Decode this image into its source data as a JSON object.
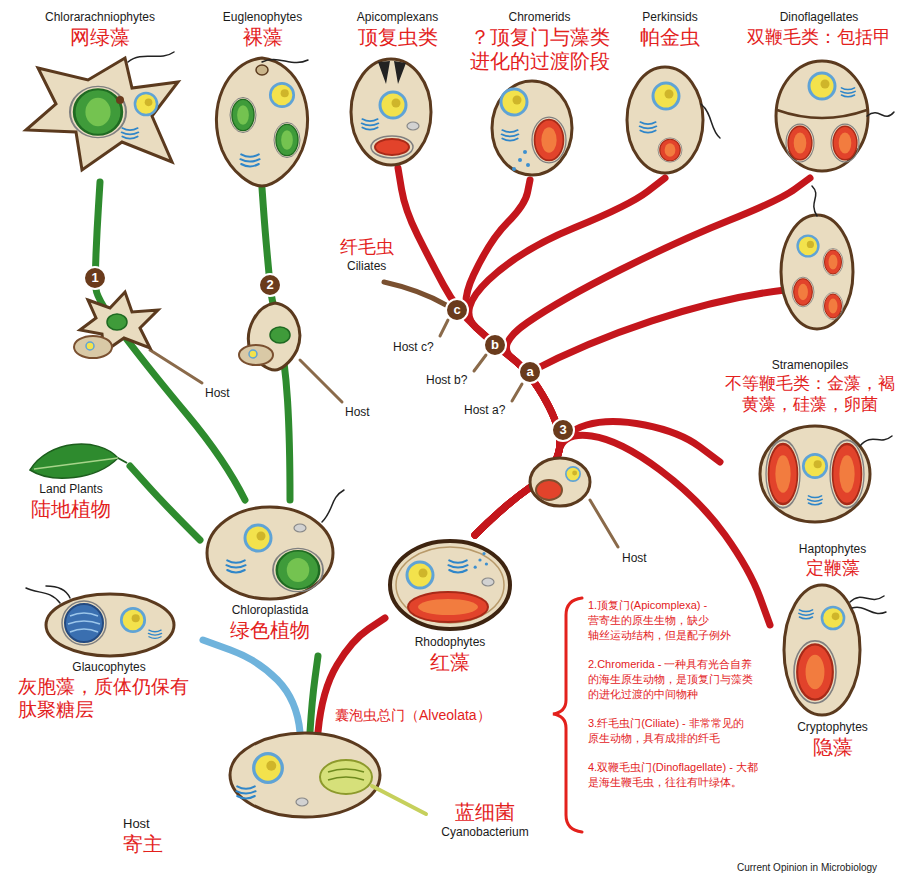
{
  "diagram": {
    "nodes": [
      {
        "text": [
          "Chlorarachniophytes",
          "网绿藻"
        ]
      },
      {
        "text": [
          "Euglenophytes",
          "裸藻"
        ]
      },
      {
        "text": [
          "Apicomplexans",
          "顶复虫类"
        ]
      },
      {
        "text": [
          "Chromerids",
          "？顶复门与藻类 进化的过渡阶段"
        ]
      },
      {
        "text": [
          "Perkinsids",
          "帕金虫"
        ]
      },
      {
        "text": [
          "Dinoflagellates",
          "双鞭毛类：包括甲"
        ]
      },
      {
        "text": [
          "Stramenopiles",
          "不等鞭毛类：金藻，褐 黄藻，硅藻，卵菌"
        ]
      },
      {
        "text": [
          "Land Plants",
          "陆地植物"
        ]
      },
      {
        "text": [
          "Chloroplastida",
          "绿色植物"
        ]
      },
      {
        "text": [
          "Haptophytes",
          "定鞭藻",
          "Cryptophytes",
          "隐藻"
        ]
      },
      {
        "text": [
          "Rhodophytes",
          "红藻"
        ]
      },
      {
        "text": [
          "Glaucophytes",
          "灰胞藻，质体仍保有 肽聚糖层"
        ]
      },
      {
        "text": [
          "Host",
          "寄主"
        ]
      },
      {
        "text": [
          "蓝细菌",
          "Cyanobacterium"
        ]
      }
    ],
    "edges": [
      {
        "from": 12,
        "to": 11,
        "arrow": "none"
      },
      {
        "from": 12,
        "to": 8,
        "arrow": "none"
      },
      {
        "from": 12,
        "to": 10,
        "arrow": "none"
      },
      {
        "from": 8,
        "to": 7,
        "arrow": "none"
      },
      {
        "from": 8,
        "to": 0,
        "arrow": "none"
      },
      {
        "from": 8,
        "to": 1,
        "arrow": "none"
      },
      {
        "from": 10,
        "to": 9,
        "arrow": "none"
      },
      {
        "from": 10,
        "to": 6,
        "arrow": "none"
      },
      {
        "from": 10,
        "to": 5,
        "arrow": "none"
      },
      {
        "from": 10,
        "to": 4,
        "arrow": "none"
      },
      {
        "from": 10,
        "to": 3,
        "arrow": "none"
      },
      {
        "from": 10,
        "to": 2,
        "arrow": "none"
      }
    ],
    "labels": [
      "纤毛虫",
      "Ciliates",
      "1",
      "2",
      "Host",
      "Host",
      "c",
      "Host c?",
      "b",
      "Host b?",
      "a",
      "Host a?",
      "3",
      "Host",
      "囊泡虫总门（Alveolata）",
      "1.顶复门(Apicomplexa) - 营寄生的原生生物，缺少 轴丝运动结构，但是配子例外",
      "2.Chromerida - 一种具有光合自养 的海生原生动物，是顶复门与藻类 的进化过渡的中间物种",
      "3.纤毛虫门(Ciliate) - 非常常见的 原生动物，具有成排的纤毛",
      "4.双鞭毛虫门(Dinoflagellate) - 大都 是海生鞭毛虫，往往有叶绿体。",
      "Current Opinion in Microbiology"
    ]
  }
}
